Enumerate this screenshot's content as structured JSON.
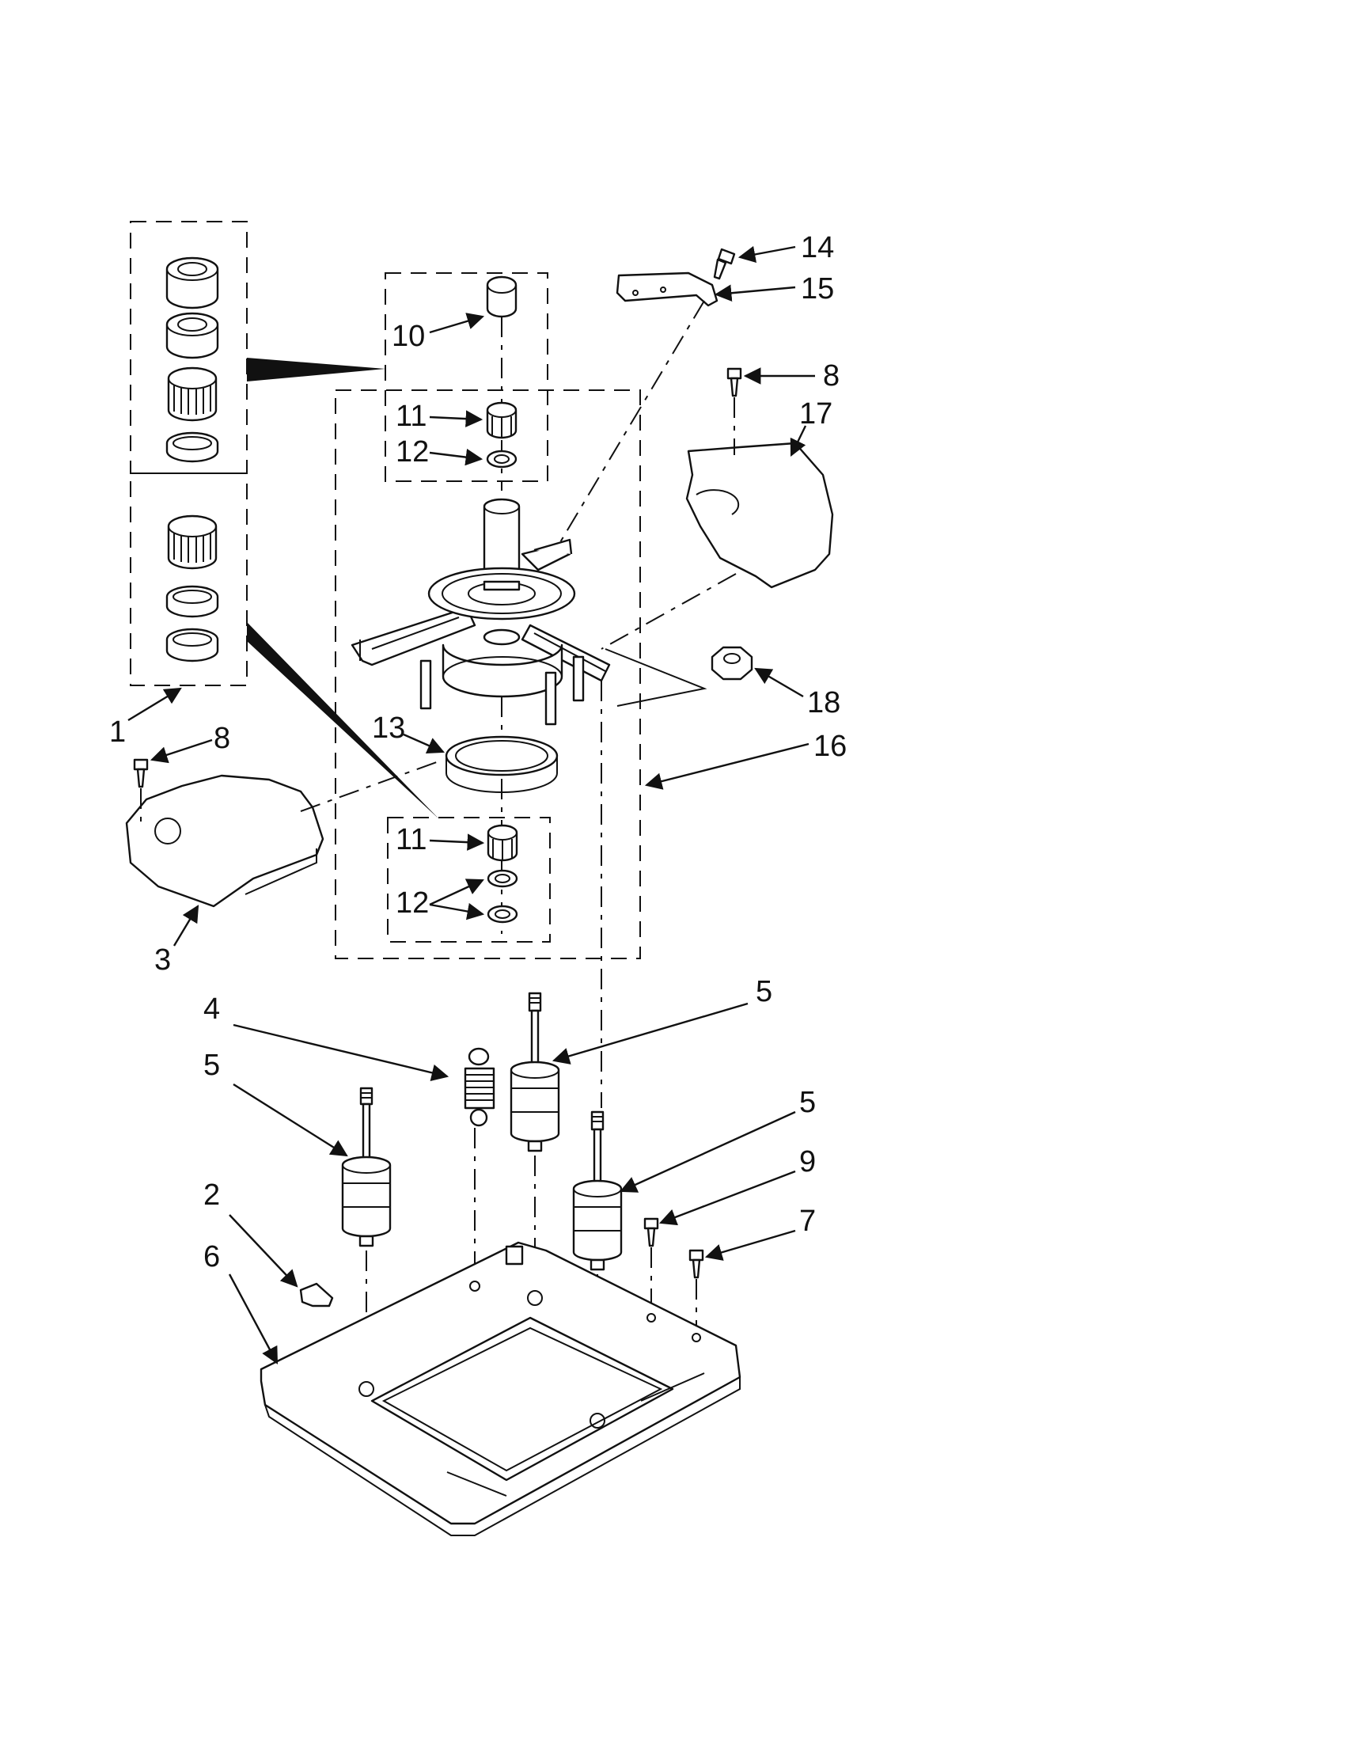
{
  "callouts": [
    {
      "id": "c1",
      "text": "1"
    },
    {
      "id": "c2",
      "text": "2"
    },
    {
      "id": "c3",
      "text": "3"
    },
    {
      "id": "c4",
      "text": "4"
    },
    {
      "id": "c5a",
      "text": "5"
    },
    {
      "id": "c5b",
      "text": "5"
    },
    {
      "id": "c5c",
      "text": "5"
    },
    {
      "id": "c6",
      "text": "6"
    },
    {
      "id": "c7",
      "text": "7"
    },
    {
      "id": "c8a",
      "text": "8"
    },
    {
      "id": "c8b",
      "text": "8"
    },
    {
      "id": "c9",
      "text": "9"
    },
    {
      "id": "c10",
      "text": "10"
    },
    {
      "id": "c11a",
      "text": "11"
    },
    {
      "id": "c11b",
      "text": "11"
    },
    {
      "id": "c12a",
      "text": "12"
    },
    {
      "id": "c12b",
      "text": "12"
    },
    {
      "id": "c13",
      "text": "13"
    },
    {
      "id": "c14",
      "text": "14"
    },
    {
      "id": "c15",
      "text": "15"
    },
    {
      "id": "c16",
      "text": "16"
    },
    {
      "id": "c17",
      "text": "17"
    },
    {
      "id": "c18",
      "text": "18"
    }
  ]
}
